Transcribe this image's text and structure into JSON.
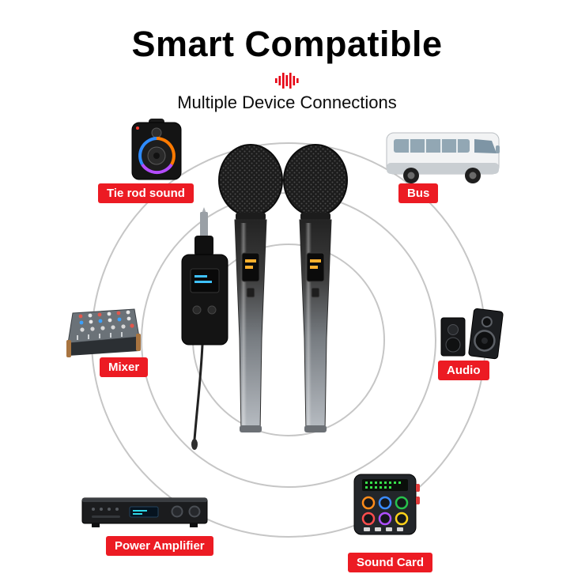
{
  "header": {
    "title": "Smart Compatible",
    "subtitle": "Multiple Device Connections"
  },
  "devices": {
    "tie_rod_sound": {
      "label": "Tie rod sound",
      "icon": "karaoke-speaker-icon"
    },
    "bus": {
      "label": "Bus",
      "icon": "bus-icon"
    },
    "mixer": {
      "label": "Mixer",
      "icon": "mixer-console-icon"
    },
    "audio": {
      "label": "Audio",
      "icon": "stereo-speakers-icon"
    },
    "power_amplifier": {
      "label": "Power Amplifier",
      "icon": "amplifier-icon"
    },
    "sound_card": {
      "label": "Sound Card",
      "icon": "sound-card-icon"
    }
  },
  "product": {
    "description": "Two wireless handheld microphones with plug-in wireless receiver"
  },
  "colors": {
    "accent": "#e60012",
    "label_background": "#ec1b23",
    "label_text": "#ffffff",
    "ring": "#c6c6c6",
    "background": "#ffffff",
    "title_text": "#000000"
  }
}
